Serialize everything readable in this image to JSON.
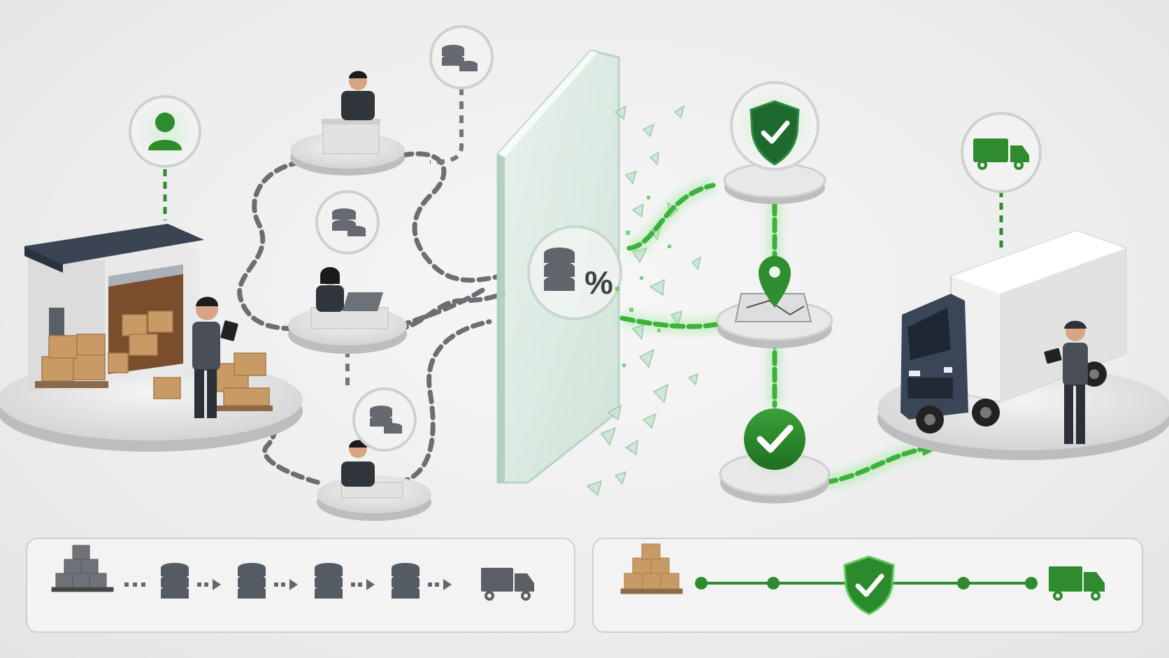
{
  "colors": {
    "accent_green": "#2e8b2e",
    "accent_green_light": "#5fd35f",
    "dark_gray": "#555b62",
    "mid_gray": "#8a8f95",
    "platform": "#dcdcdc",
    "box_brown": "#c89a66",
    "truck_navy": "#3a4658"
  },
  "left_side": {
    "warehouse": {
      "badge_icon": "user-icon"
    },
    "agents": [
      {
        "role": "agent-on-phone",
        "icon": "database-coins-icon"
      },
      {
        "role": "agent-on-laptop",
        "icon": "database-coins-icon"
      },
      {
        "role": "agent-on-phone-bottom",
        "icon": "database-coins-icon"
      }
    ]
  },
  "center": {
    "barrier_icon": "database-percent-icon"
  },
  "right_side": {
    "nodes": [
      {
        "icon": "shield-check-icon"
      },
      {
        "icon": "map-pin-icon"
      },
      {
        "icon": "check-circle-icon"
      }
    ],
    "truck": {
      "badge_icon": "truck-icon"
    }
  },
  "legend_before": {
    "steps": [
      "boxes-stack-icon",
      "database-icon",
      "database-icon",
      "database-icon",
      "database-icon",
      "truck-icon"
    ]
  },
  "legend_after": {
    "steps": [
      "boxes-pallet-icon",
      "node-dot",
      "node-dot",
      "shield-check-icon",
      "node-dot",
      "node-dot",
      "truck-icon"
    ]
  }
}
